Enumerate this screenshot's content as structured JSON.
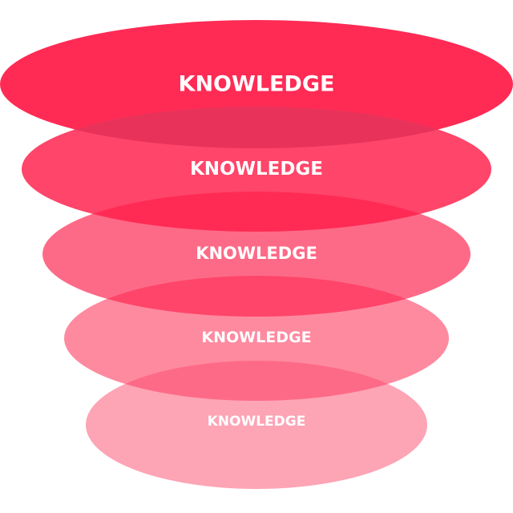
{
  "layers": [
    {
      "label": "KNOWLEDGE",
      "color": "#ff2b55"
    },
    {
      "label": "KNOWLEDGE",
      "color": "#ff4569"
    },
    {
      "label": "KNOWLEDGE",
      "color": "#fd6a87"
    },
    {
      "label": "KNOWLEDGE",
      "color": "#fe8aa0"
    },
    {
      "label": "KNOWLEDGE",
      "color": "#fda4b5"
    }
  ],
  "overlap_colors": [
    "#e8325a",
    "#ff2b55",
    "#ff4569",
    "#fd6a87"
  ]
}
